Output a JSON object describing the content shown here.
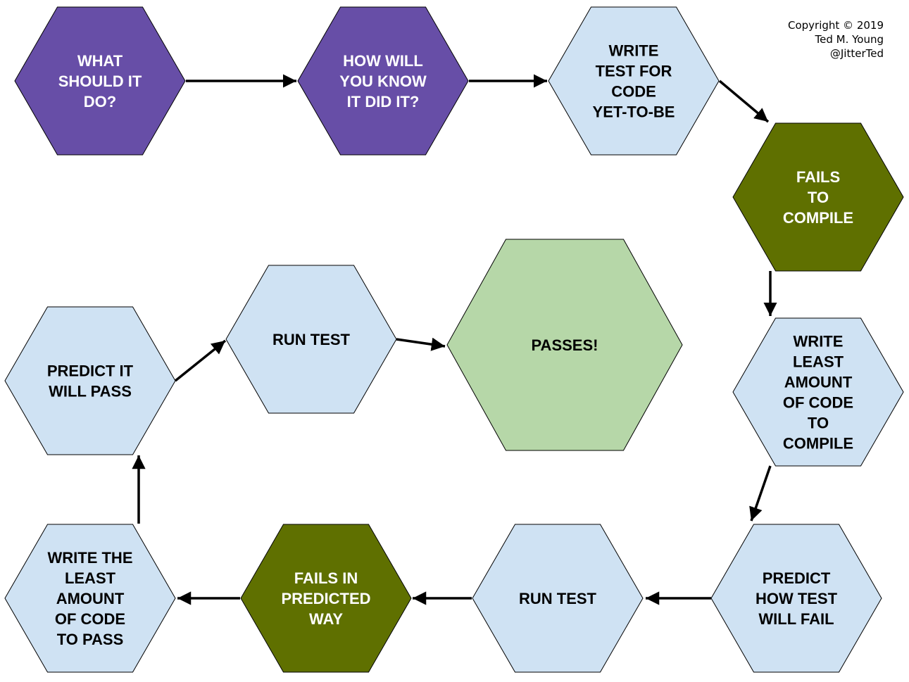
{
  "copyright": {
    "line1": "Copyright © 2019",
    "line2": "Ted M. Young",
    "line3": "@JitterTed"
  },
  "colors": {
    "purple": "#674ea7",
    "light_blue": "#cfe2f3",
    "dark_green": "#5f7000",
    "light_green": "#b6d7a8",
    "stroke": "#000000",
    "text_dark": "#000000",
    "text_light": "#ffffff"
  },
  "nodes": [
    {
      "id": "what-should-it-do",
      "lines": [
        "WHAT",
        "SHOULD IT",
        "DO?"
      ],
      "fill": "purple"
    },
    {
      "id": "how-will-you-know",
      "lines": [
        "HOW WILL",
        "YOU KNOW",
        "IT DID IT?"
      ],
      "fill": "purple"
    },
    {
      "id": "write-test-for-code",
      "lines": [
        "WRITE",
        "TEST FOR",
        "CODE",
        "YET-TO-BE"
      ],
      "fill": "light_blue"
    },
    {
      "id": "fails-to-compile",
      "lines": [
        "FAILS",
        "TO",
        "COMPILE"
      ],
      "fill": "dark_green"
    },
    {
      "id": "write-least-code-compile",
      "lines": [
        "WRITE",
        "LEAST",
        "AMOUNT",
        "OF CODE",
        "TO",
        "COMPILE"
      ],
      "fill": "light_blue"
    },
    {
      "id": "predict-how-test-fail",
      "lines": [
        "PREDICT",
        "HOW TEST",
        "WILL FAIL"
      ],
      "fill": "light_blue"
    },
    {
      "id": "run-test-1",
      "lines": [
        "RUN TEST"
      ],
      "fill": "light_blue"
    },
    {
      "id": "fails-in-predicted-way",
      "lines": [
        "FAILS IN",
        "PREDICTED",
        "WAY"
      ],
      "fill": "dark_green"
    },
    {
      "id": "write-least-code-pass",
      "lines": [
        "WRITE THE",
        "LEAST",
        "AMOUNT",
        "OF CODE",
        "TO PASS"
      ],
      "fill": "light_blue"
    },
    {
      "id": "predict-it-will-pass",
      "lines": [
        "PREDICT IT",
        "WILL PASS"
      ],
      "fill": "light_blue"
    },
    {
      "id": "run-test-2",
      "lines": [
        "RUN TEST"
      ],
      "fill": "light_blue"
    },
    {
      "id": "passes",
      "lines": [
        "PASSES!"
      ],
      "fill": "light_green"
    }
  ],
  "edges": [
    {
      "from": "what-should-it-do",
      "to": "how-will-you-know"
    },
    {
      "from": "how-will-you-know",
      "to": "write-test-for-code"
    },
    {
      "from": "write-test-for-code",
      "to": "fails-to-compile"
    },
    {
      "from": "fails-to-compile",
      "to": "write-least-code-compile"
    },
    {
      "from": "write-least-code-compile",
      "to": "predict-how-test-fail"
    },
    {
      "from": "predict-how-test-fail",
      "to": "run-test-1"
    },
    {
      "from": "run-test-1",
      "to": "fails-in-predicted-way"
    },
    {
      "from": "fails-in-predicted-way",
      "to": "write-least-code-pass"
    },
    {
      "from": "write-least-code-pass",
      "to": "predict-it-will-pass"
    },
    {
      "from": "predict-it-will-pass",
      "to": "run-test-2"
    },
    {
      "from": "run-test-2",
      "to": "passes"
    }
  ]
}
